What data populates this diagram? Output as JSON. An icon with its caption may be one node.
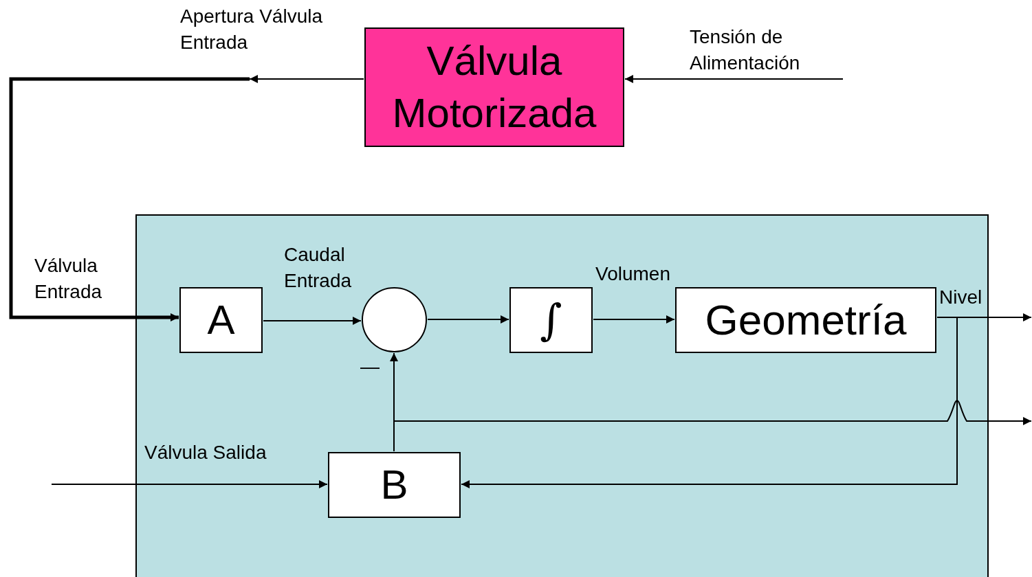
{
  "diagram": {
    "nodes": [
      {
        "text": [
          "Válvula Motorizada"
        ]
      },
      {
        "text": [],
        "shape": "box"
      },
      {
        "text": [
          "A"
        ],
        "in": 1
      },
      {
        "text": [],
        "shape": "circle",
        "in": 1,
        "beside": [
          "—"
        ]
      },
      {
        "text": [
          "∫"
        ],
        "in": 1
      },
      {
        "text": [
          "Geometría"
        ],
        "in": 1
      },
      {
        "text": [
          "B"
        ],
        "in": 1
      }
    ],
    "edges": [
      {
        "from": 0,
        "to": null,
        "arrow": "to",
        "label": "Apertura Válvula Entrada"
      },
      {
        "from": null,
        "to": 2,
        "arrow": "to",
        "style": "thick",
        "label": "Válvula Entrada"
      },
      {
        "from": null,
        "to": 0,
        "arrow": "to",
        "label": "Tensión de Alimentación"
      },
      {
        "from": 2,
        "to": 3,
        "arrow": "to",
        "label": "Caudal Entrada"
      },
      {
        "from": 3,
        "to": 4,
        "arrow": "to"
      },
      {
        "from": 4,
        "to": 5,
        "arrow": "to",
        "label": "Volumen"
      },
      {
        "from": 5,
        "to": null,
        "arrow": "to",
        "label": "Nivel"
      },
      {
        "from": 5,
        "to": 6,
        "arrow": "to"
      },
      {
        "from": 6,
        "to": 3,
        "arrow": "to"
      },
      {
        "from": 6,
        "to": null,
        "arrow": "to"
      },
      {
        "from": null,
        "to": 6,
        "arrow": "to",
        "label": "Válvula Salida"
      }
    ]
  }
}
